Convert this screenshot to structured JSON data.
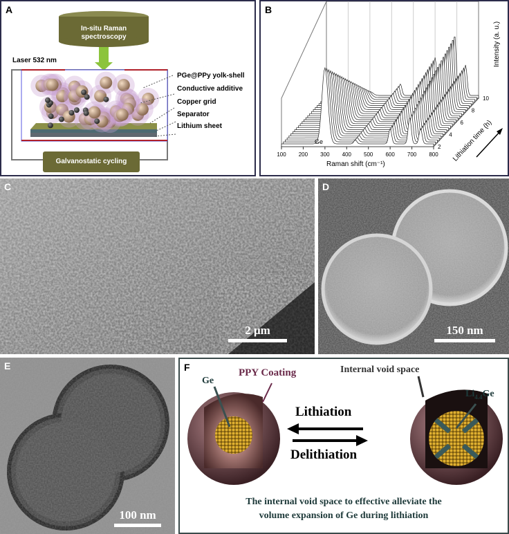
{
  "panels": {
    "a": {
      "label": "A",
      "spectroscopy": [
        "In-situ Raman",
        "spectroscopy"
      ],
      "laser": "Laser 532 nm",
      "callouts": [
        "PGe@PPy yolk-shell",
        "Conductive additive",
        "Copper grid",
        "Separator",
        "Lithium sheet"
      ],
      "cycling": "Galvanostatic cycling",
      "colors": {
        "box": "#6b6a35",
        "arrow": "#8cc43c",
        "frame_red": "#b0202a",
        "frame_blue": "#5a5ae0"
      }
    },
    "b": {
      "label": "B"
    },
    "c": {
      "label": "C",
      "scale": "2 μm"
    },
    "d": {
      "label": "D",
      "scale": "150 nm"
    },
    "e": {
      "label": "E",
      "scale": "100 nm"
    },
    "f": {
      "label": "F",
      "ppy": "PPY Coating",
      "ge": "Ge",
      "void": "Internal void space",
      "li_prefix": "Li",
      "li_sub": "4.4",
      "li_suffix": "Ge",
      "lithiation": "Lithiation",
      "delithiation": "Delithiation",
      "caption": [
        "The internal void space to effective alleviate the",
        "volume expansion of Ge during lithiation"
      ],
      "colors": {
        "shell": "#8a5a60",
        "core": "#c89a20",
        "caption": "#1e3a3a",
        "ppy_text": "#6a2a4a"
      }
    }
  },
  "chart_data": {
    "type": "line",
    "style": "3d-waterfall",
    "xlabel": "Raman shift (cm⁻¹)",
    "ylabel": "Lithiation time (h)",
    "zlabel": "Intensity (a. u.)",
    "xticks": [
      "100",
      "200",
      "300",
      "400",
      "500",
      "600",
      "700",
      "800"
    ],
    "yticks": [
      "2",
      "4",
      "6",
      "8",
      "10"
    ],
    "xlim": [
      100,
      800
    ],
    "ylim": [
      2,
      10
    ],
    "annotation": "Ge",
    "grid": true,
    "peaks": [
      {
        "position": 300,
        "intensity_start": 1.0,
        "intensity_end": 0.05
      },
      {
        "position": 440,
        "intensity_start": 0.05,
        "intensity_end": 0.15
      },
      {
        "position": 600,
        "intensity_start": 0.2,
        "intensity_end": 0.5
      },
      {
        "position": 690,
        "intensity_start": 0.35,
        "intensity_end": 0.8
      },
      {
        "position": 740,
        "intensity_start": 0.2,
        "intensity_end": 0.4
      }
    ],
    "spectra_count": 25
  }
}
